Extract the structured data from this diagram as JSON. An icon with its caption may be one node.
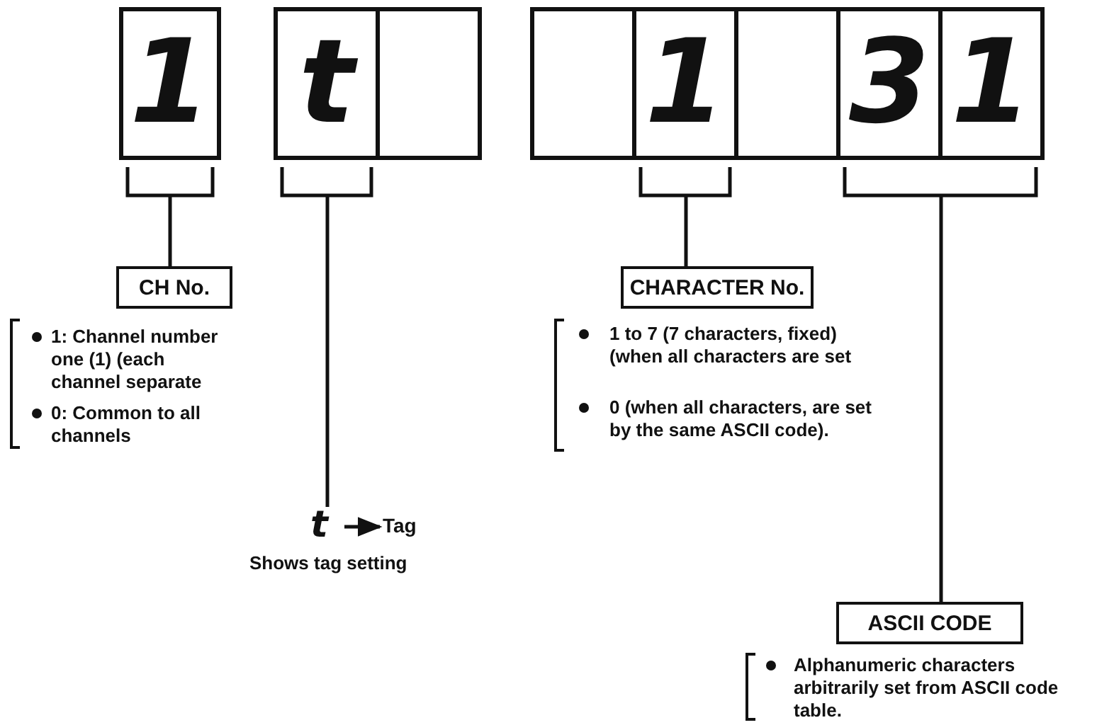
{
  "diagram": {
    "nodes": [
      {
        "text": [
          "1"
        ]
      },
      {
        "text": [
          "t"
        ]
      },
      {
        "text": [],
        "shape": "box"
      },
      {
        "text": [],
        "shape": "box"
      },
      {
        "text": [
          "1"
        ]
      },
      {
        "text": [],
        "shape": "box"
      },
      {
        "text": [
          "3"
        ]
      },
      {
        "text": [
          "1"
        ]
      },
      {
        "text": [
          "CH No."
        ]
      },
      {
        "text": [
          "CHARACTER No."
        ]
      },
      {
        "text": [
          "t"
        ]
      },
      {
        "text": [
          "Tag"
        ]
      },
      {
        "text": [
          "ASCII CODE"
        ]
      }
    ],
    "edges": [
      {
        "from": 0,
        "to": 8,
        "arrow": "none"
      },
      {
        "from": 1,
        "to": 10,
        "arrow": "none"
      },
      {
        "from": 10,
        "to": 11,
        "arrow": "to"
      },
      {
        "from": 4,
        "to": 9,
        "arrow": "none"
      },
      {
        "from": 6,
        "to": 12,
        "arrow": "none"
      },
      {
        "from": 7,
        "to": 12,
        "arrow": "none"
      }
    ],
    "labels": [
      "1: Channel number one (1) (each channel separate",
      "0: Common to all channels",
      "1 to 7 (7 characters, fixed) (when all characters are set",
      "0 (when all characters, are set by the same ASCII code).",
      "Shows tag setting",
      "Alphanumeric characters arbitrarily set from ASCII code table."
    ]
  }
}
